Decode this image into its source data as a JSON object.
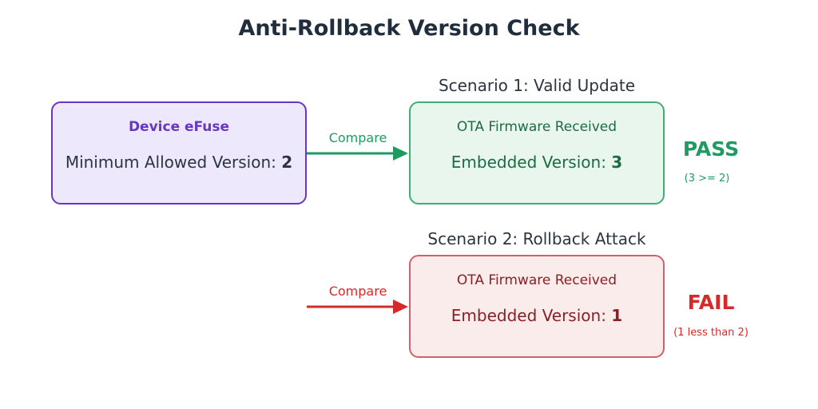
{
  "title": "Anti-Rollback Version Check",
  "device": {
    "heading": "Device eFuse",
    "min_label": "Minimum Allowed Version: ",
    "min_value": "2"
  },
  "scenario1": {
    "label": "Scenario 1: Valid Update",
    "arrow_label": "Compare",
    "box_title": "OTA Firmware Received",
    "version_label": "Embedded Version: ",
    "version_value": "3",
    "result": "PASS",
    "result_note": "(3 >= 2)"
  },
  "scenario2": {
    "label": "Scenario 2: Rollback Attack",
    "arrow_label": "Compare",
    "box_title": "OTA Firmware Received",
    "version_label": "Embedded Version: ",
    "version_value": "1",
    "result": "FAIL",
    "result_note": "(1 less than 2)"
  },
  "colors": {
    "device_border": "#6a35c4",
    "device_fill": "#ede8fb",
    "pass_green": "#1f9b62",
    "pass_fill": "#e8f6ee",
    "fail_red": "#d62a2a",
    "fail_fill": "#fbecec"
  }
}
